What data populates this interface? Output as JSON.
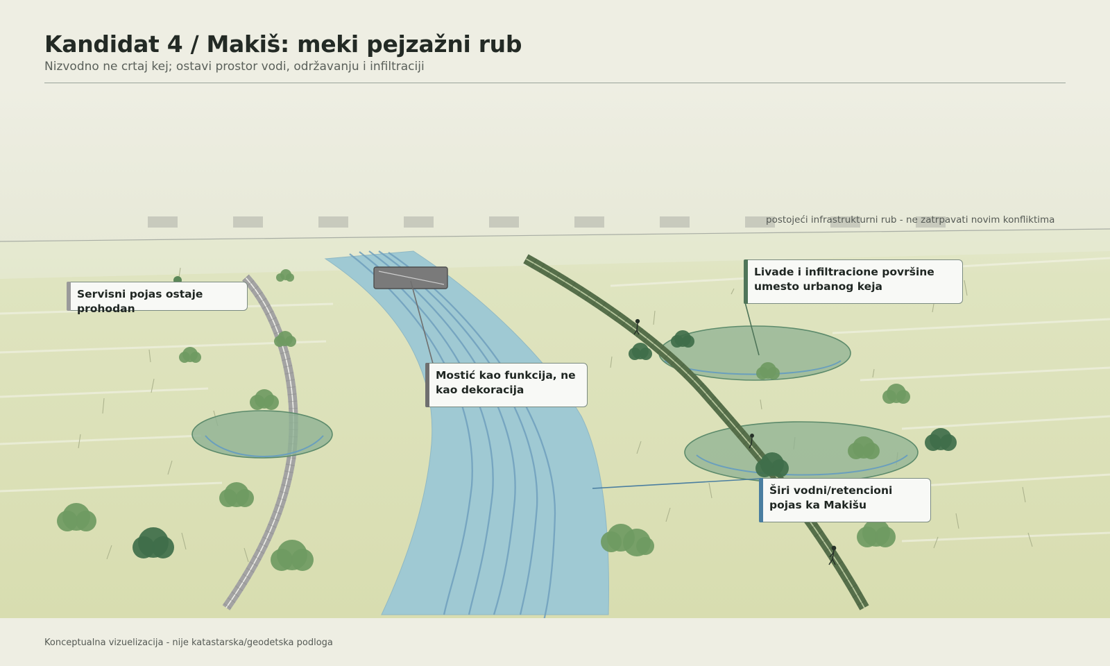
{
  "header": {
    "title": "Kandidat 4 / Makiš: meki pejzažni rub",
    "subtitle": "Nizvodno ne crtaj kej; ostavi prostor vodi, održavanju i infiltraciji"
  },
  "infrastructure_edge": {
    "label": "postojeći infrastrukturni rub - ne zatrpavati novim konfliktima"
  },
  "callouts": {
    "service_strip": {
      "text": "Servisni pojas ostaje prohodan",
      "accent": "#9a9a9a"
    },
    "footbridge": {
      "text": "Mostić kao funkcija, ne kao dekoracija",
      "accent": "#6f6f6f"
    },
    "meadows": {
      "text": "Livade i infiltracione površine umesto urbanog keja",
      "accent": "#4f7559"
    },
    "water_belt": {
      "text": "Širi vodni/retencioni pojas ka Makišu",
      "accent": "#4a7ea0"
    }
  },
  "palette": {
    "water": "#9fc9d3",
    "meadow": "#d9dfb4",
    "path": "#4f6a45",
    "service_track": "#a3a3a3",
    "retention": "#8fb293",
    "tree": "#6f9a62"
  },
  "footer": {
    "note": "Konceptualna vizuelizacija - nije katastarska/geodetska podloga"
  }
}
